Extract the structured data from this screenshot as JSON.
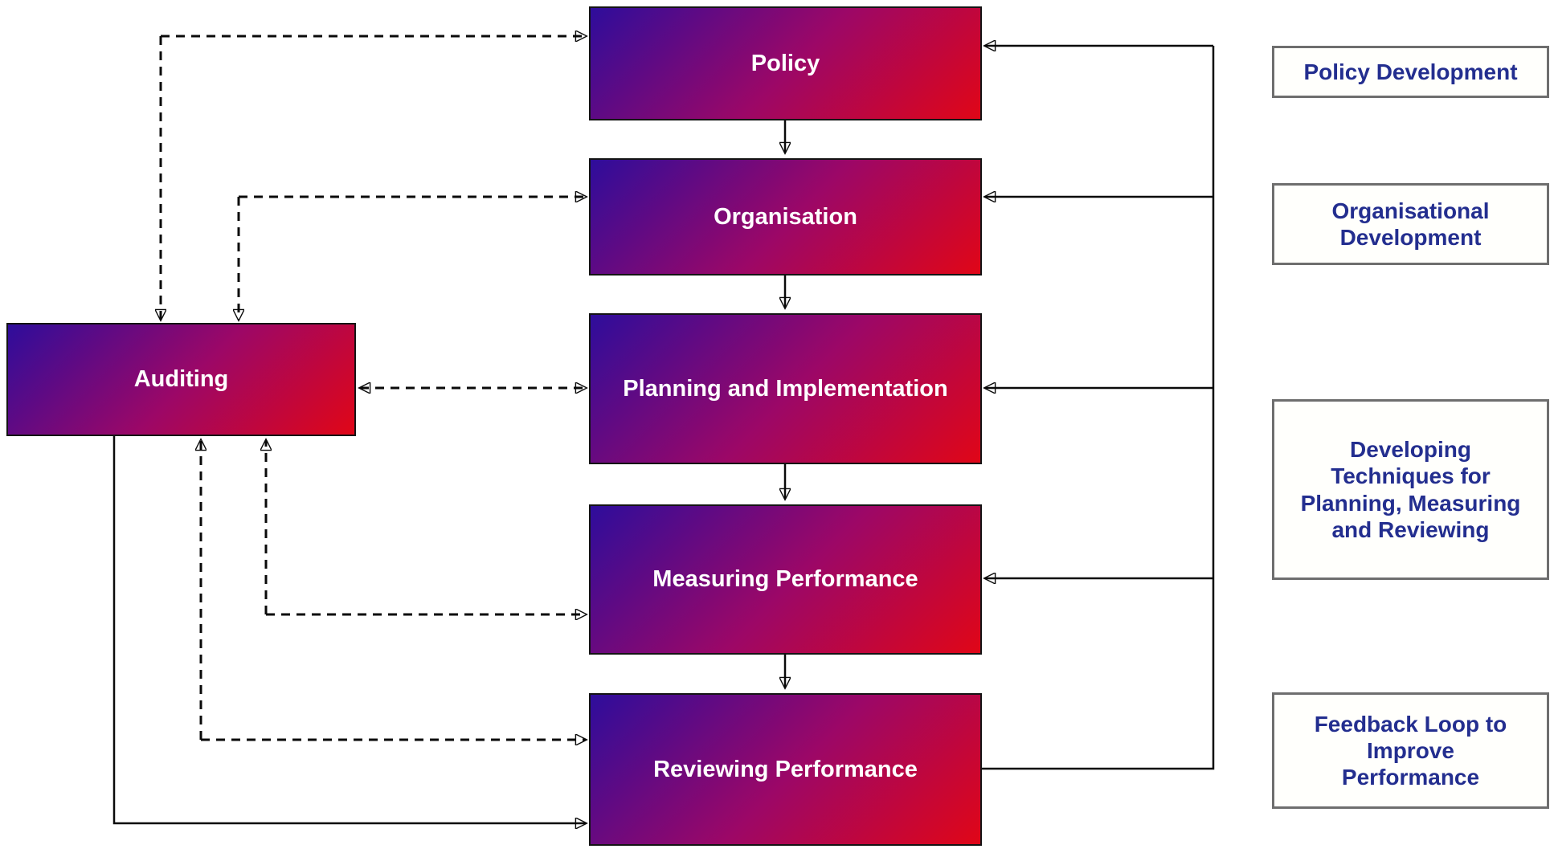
{
  "theme": {
    "box_gradient_start": "#2e0d9b",
    "box_gradient_mid": "#9c0767",
    "box_gradient_end": "#e00617",
    "box_text_color": "#ffffff",
    "box_border_color": "#141414",
    "label_text_color": "#232e8f",
    "label_border_color": "#6e6e6e",
    "label_bg_color": "#fffffc",
    "line_color": "#0a0a0a",
    "page_bg": "#ffffff"
  },
  "process_boxes": [
    {
      "id": "policy",
      "label": "Policy"
    },
    {
      "id": "organisation",
      "label": "Organisation"
    },
    {
      "id": "planning",
      "label": "Planning and Implementation"
    },
    {
      "id": "measuring",
      "label": "Measuring Performance"
    },
    {
      "id": "reviewing",
      "label": "Reviewing Performance"
    }
  ],
  "auditing_box": {
    "label": "Auditing"
  },
  "side_labels": [
    {
      "id": "policy-development",
      "label": "Policy Development"
    },
    {
      "id": "organisational-development",
      "label": "Organisational\nDevelopment"
    },
    {
      "id": "developing-techniques",
      "label": "Developing\nTechniques for\nPlanning, Measuring\nand Reviewing"
    },
    {
      "id": "feedback-loop",
      "label": "Feedback Loop to\nImprove\nPerformance"
    }
  ],
  "edges": [
    {
      "from": "Policy",
      "to": "Organisation",
      "style": "solid",
      "bidirectional": false
    },
    {
      "from": "Organisation",
      "to": "Planning and Implementation",
      "style": "solid",
      "bidirectional": false
    },
    {
      "from": "Planning and Implementation",
      "to": "Measuring Performance",
      "style": "solid",
      "bidirectional": false
    },
    {
      "from": "Measuring Performance",
      "to": "Reviewing Performance",
      "style": "solid",
      "bidirectional": false
    },
    {
      "from": "Reviewing Performance",
      "to": "Policy",
      "style": "solid",
      "bidirectional": false,
      "note": "feedback loop trunk"
    },
    {
      "from": "Reviewing Performance",
      "to": "Organisation",
      "style": "solid",
      "bidirectional": false,
      "note": "feedback loop branch"
    },
    {
      "from": "Reviewing Performance",
      "to": "Planning and Implementation",
      "style": "solid",
      "bidirectional": false,
      "note": "feedback loop branch"
    },
    {
      "from": "Reviewing Performance",
      "to": "Measuring Performance",
      "style": "solid",
      "bidirectional": false,
      "note": "feedback loop branch"
    },
    {
      "from": "Auditing",
      "to": "Policy",
      "style": "dashed",
      "bidirectional": true
    },
    {
      "from": "Auditing",
      "to": "Organisation",
      "style": "dashed",
      "bidirectional": true
    },
    {
      "from": "Auditing",
      "to": "Planning and Implementation",
      "style": "dashed",
      "bidirectional": true
    },
    {
      "from": "Auditing",
      "to": "Measuring Performance",
      "style": "dashed",
      "bidirectional": true
    },
    {
      "from": "Auditing",
      "to": "Reviewing Performance",
      "style": "dashed",
      "bidirectional": true
    },
    {
      "from": "Auditing",
      "to": "Reviewing Performance",
      "style": "solid",
      "bidirectional": false
    }
  ]
}
